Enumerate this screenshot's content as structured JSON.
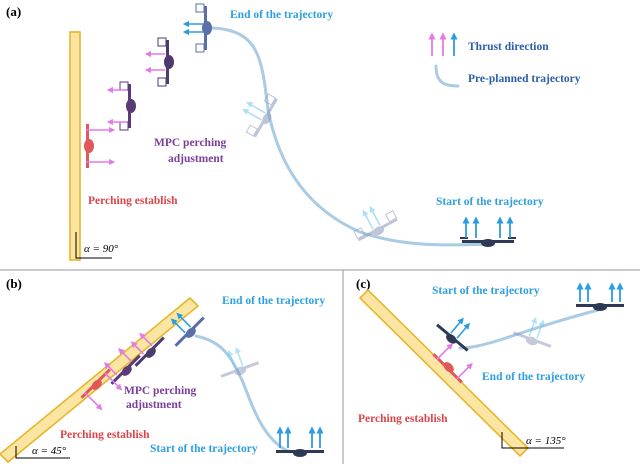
{
  "colors": {
    "thrust_light": "#4bb3e6",
    "thrust_pink": "#e27be8",
    "trajectory": "#a9cbe3",
    "drone_dark": "#2e3a55",
    "drone_blue": "#5a6fa8",
    "drone_purple": "#5b3a78",
    "drone_red": "#e0585a",
    "wall_fill": "#fbe5a3",
    "wall_stroke": "#e7b62c",
    "label_blue": "#2e9fe0",
    "label_purple": "#7a3f9a",
    "label_red": "#d94649",
    "legend_text": "#2a5ea8"
  },
  "panel_a": {
    "tag": "(a)",
    "end_label": "End of the trajectory",
    "start_label": "Start of the trajectory",
    "mpc_label_1": "MPC perching",
    "mpc_label_2": "adjustment",
    "perch_label": "Perching establish",
    "angle": "α = 90°",
    "legend_thrust": "Thrust direction",
    "legend_traj": "Pre-planned trajectory"
  },
  "panel_b": {
    "tag": "(b)",
    "end_label": "End of the trajectory",
    "start_label": "Start of the trajectory",
    "mpc_label_1": "MPC perching",
    "mpc_label_2": "adjustment",
    "perch_label": "Perching establish",
    "angle": "α = 45°"
  },
  "panel_c": {
    "tag": "(c)",
    "start_label": "Start of the trajectory",
    "end_label": "End of the trajectory",
    "perch_label": "Perching establish",
    "angle": "α = 135°"
  }
}
